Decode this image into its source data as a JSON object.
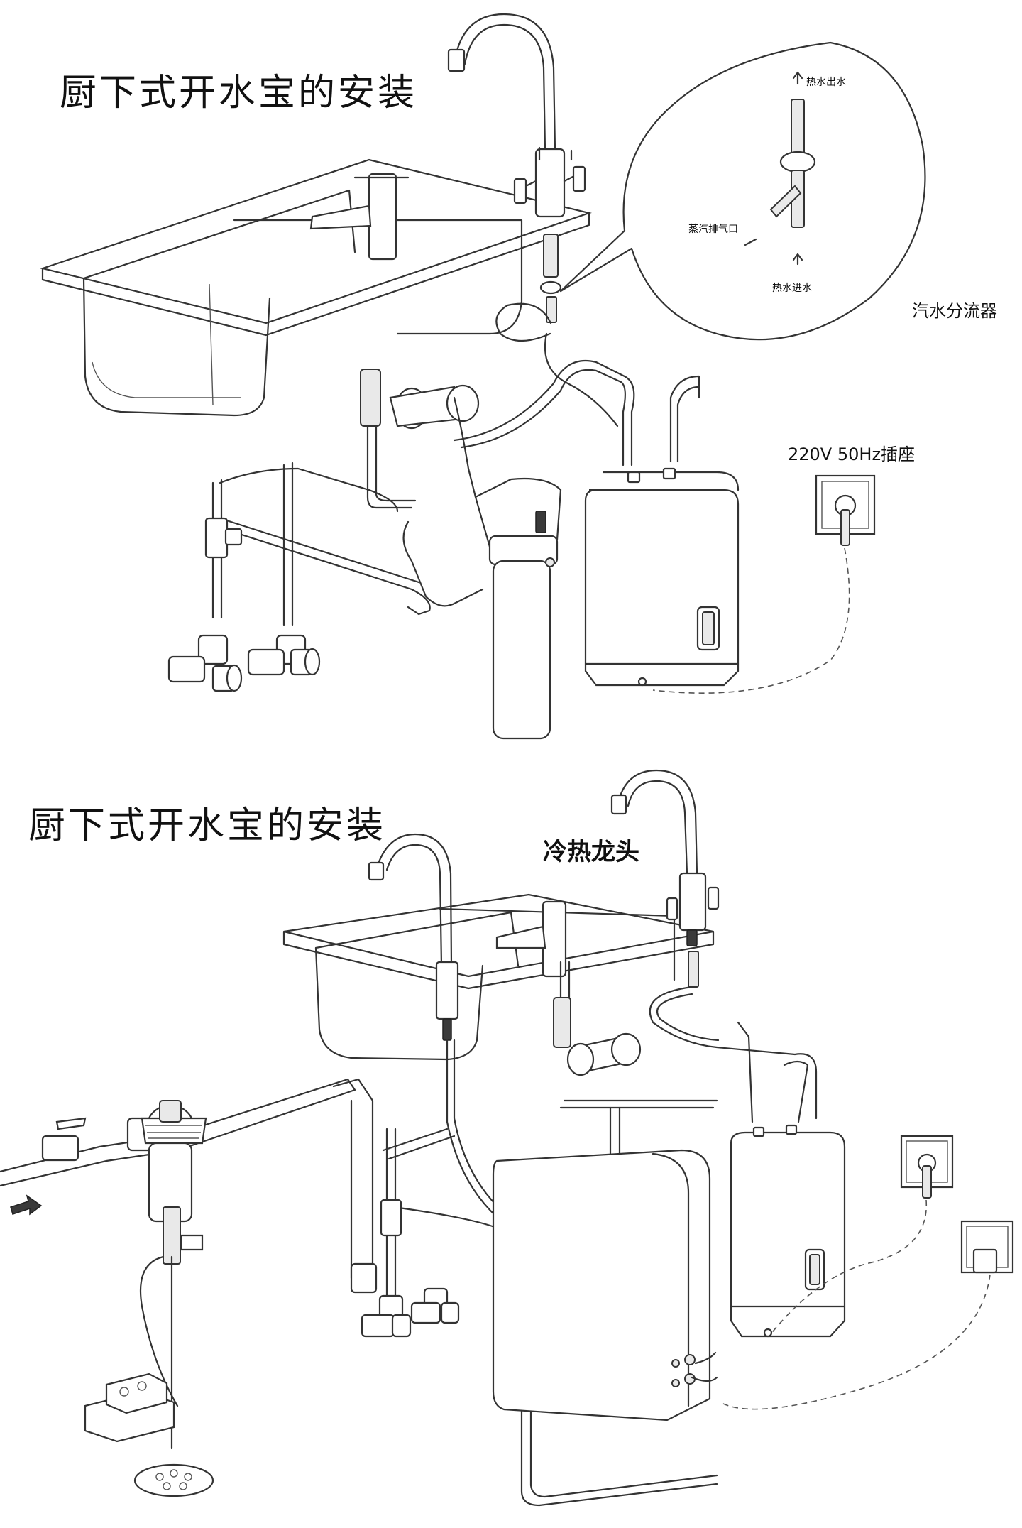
{
  "panel_top": {
    "title": "厨下式开水宝的安装",
    "inset": {
      "hot_out": "热水出水",
      "steam_vent": "蒸汽排气口",
      "hot_in": "热水进水"
    },
    "splitter_label": "汽水分流器",
    "socket_label": "220V 50Hz插座"
  },
  "panel_bottom": {
    "title": "厨下式开水宝的安装",
    "faucet_label": "冷热龙头"
  }
}
